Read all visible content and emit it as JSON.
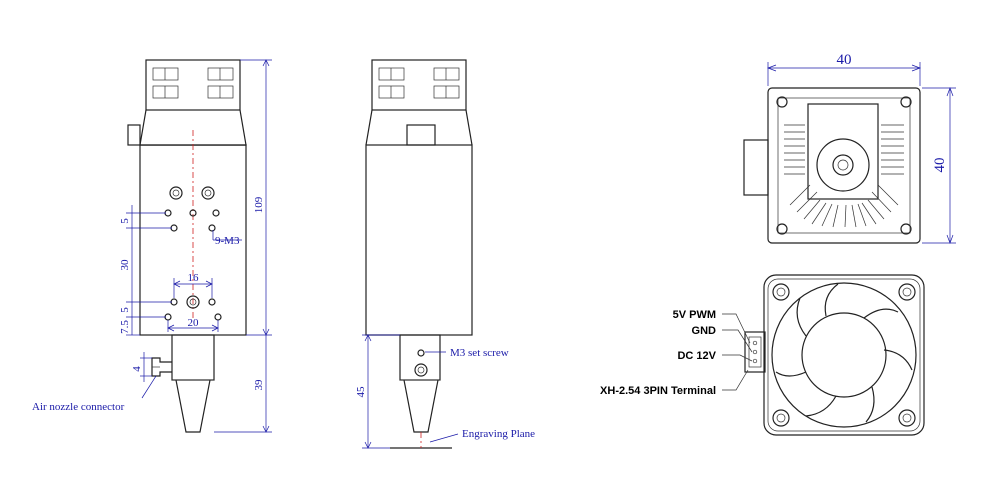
{
  "front_view": {
    "dim_total_height": "109",
    "dim_nozzle_height": "39",
    "dim_5": "5",
    "dim_30": "30",
    "dim_16": "16",
    "dim_20": "20",
    "dim_5b": "5",
    "dim_7_5": "7.5",
    "dim_4": "4",
    "hole_note": "9-M3",
    "air_nozzle_label": "Air nozzle connector"
  },
  "side_view": {
    "dim_45": "45",
    "set_screw_label": "M3 set screw",
    "engraving_plane_label": "Engraving Plane"
  },
  "top_view": {
    "dim_width": "40",
    "dim_height": "40"
  },
  "fan_view": {
    "pin_labels": [
      "5V PWM",
      "GND",
      "DC 12V"
    ],
    "terminal_label": "XH-2.54 3PIN Terminal"
  }
}
